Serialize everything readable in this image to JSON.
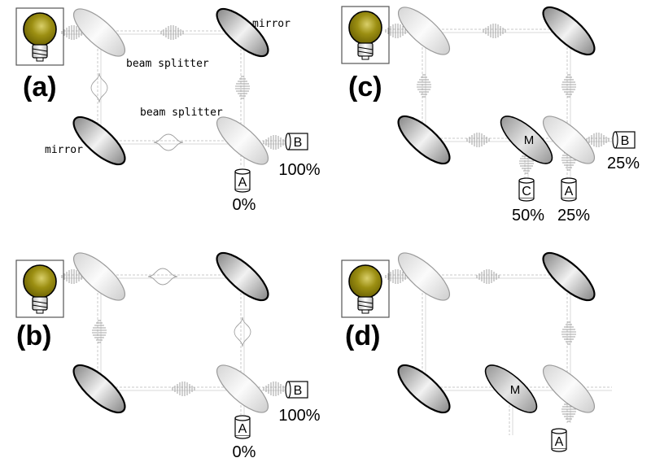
{
  "panels": [
    {
      "id": "a",
      "label": "(a)"
    },
    {
      "id": "b",
      "label": "(b)"
    },
    {
      "id": "c",
      "label": "(c)"
    },
    {
      "id": "d",
      "label": "(d)"
    }
  ],
  "annotations": {
    "mirror": "mirror",
    "beam_splitter": "beam splitter"
  },
  "detectors": {
    "a": {
      "A": "A",
      "A_pct": "0%",
      "B": "B",
      "B_pct": "100%"
    },
    "b": {
      "A": "A",
      "A_pct": "0%",
      "B": "B",
      "B_pct": "100%"
    },
    "c": {
      "A": "A",
      "A_pct": "25%",
      "B": "B",
      "B_pct": "25%",
      "C": "C",
      "C_pct": "50%"
    },
    "d": {
      "A": "A"
    }
  },
  "movable_mirror_label": "M",
  "colors": {
    "bulb": "#8a7d0a",
    "mirror_highlight": "#f2f2f2",
    "mirror_shade": "#8c8c8c"
  }
}
